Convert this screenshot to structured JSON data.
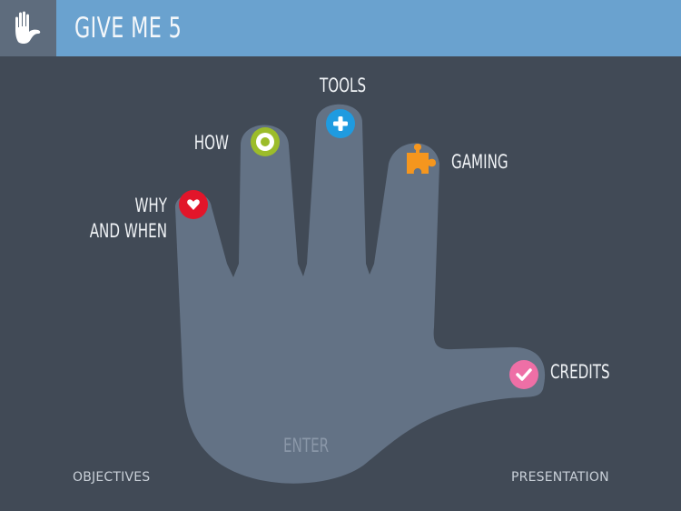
{
  "header": {
    "title": "GIVE ME 5",
    "logo_icon": "hand-icon",
    "background": "#6aa2cf",
    "logo_background": "#5e6c7d"
  },
  "hand": {
    "color": "#637285",
    "center_label": "ENTER",
    "fingers": [
      {
        "id": "why",
        "label_line1": "WHY",
        "label_line2": "AND WHEN",
        "icon": "heart-icon",
        "color": "#e2152a"
      },
      {
        "id": "how",
        "label": "HOW",
        "icon": "target-icon",
        "color": "#9cbc2a"
      },
      {
        "id": "tools",
        "label": "TOOLS",
        "icon": "plus-icon",
        "color": "#1f9be0"
      },
      {
        "id": "gaming",
        "label": "GAMING",
        "icon": "puzzle-icon",
        "color": "#f5961e"
      },
      {
        "id": "credits",
        "label": "CREDITS",
        "icon": "check-icon",
        "color": "#ee6fa6"
      }
    ]
  },
  "footer": {
    "left_link": "OBJECTIVES",
    "right_link": "PRESENTATION"
  },
  "colors": {
    "background": "#414a56",
    "text": "#f0f3f6"
  }
}
